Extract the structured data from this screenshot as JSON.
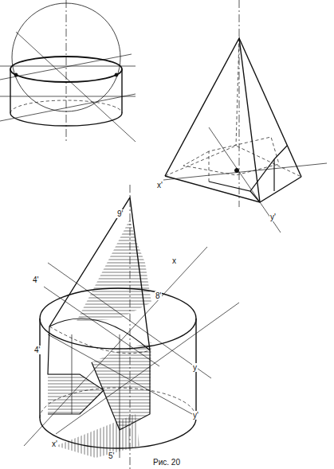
{
  "diagram": {
    "caption": "Рис. 20",
    "labels": [
      "x'",
      "y'",
      "9'",
      "x",
      "4'",
      "8'",
      "4'",
      "y",
      "x'",
      "y'",
      "5'"
    ]
  }
}
